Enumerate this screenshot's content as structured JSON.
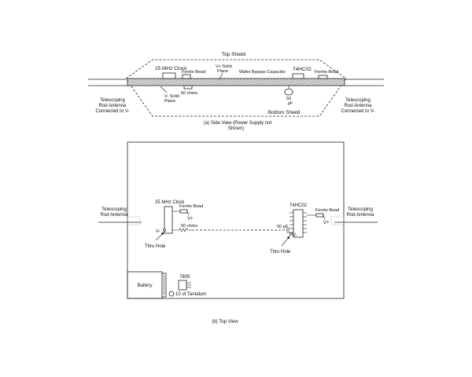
{
  "side_view": {
    "top_shield": "Top Shield",
    "clock": "25 MHz Clock",
    "v_plus_plane": [
      "V+ Solid",
      "Plane"
    ],
    "wafer_cap": "Wafer Bypass Capacitor",
    "chip": "74HC02",
    "ferrite_left": "Ferrite Bead",
    "ferrite_right": "Ferrite Bead",
    "v_minus_plane": [
      "V- Solid",
      "Plane"
    ],
    "ohms": "50 ohms",
    "cap_value": [
      "50",
      "pF"
    ],
    "antenna_left": [
      "Telescoping",
      "Rod Antenna",
      "Connected to V-"
    ],
    "antenna_right": [
      "Telescoping",
      "Rod Antenna",
      "Connected to V-"
    ],
    "bottom_shield": "Bottom Shield",
    "caption": [
      "(a) Side View (Power Supply not",
      "Shown)"
    ]
  },
  "top_view": {
    "antenna_left": [
      "Telescoping",
      "Rod Antenna"
    ],
    "antenna_right": [
      "Telescoping",
      "Rod Antenna"
    ],
    "clock": "25 MHz Clock",
    "ferrite_left": "Ferrite Bead",
    "v_plus_left": "V+",
    "v_minus_left": "V-",
    "ohms": "50 ohms",
    "thru_hole_left": "Thru Hole",
    "chip": "74HC02",
    "ferrite_right": "Ferrite Bead",
    "v_plus_right": "V+",
    "cap_value": "50 pF",
    "v_minus_right": "V-",
    "thru_hole_right": "Thru Hole",
    "battery": "Battery",
    "regulator": "7805",
    "tantalum": "10 uf Tantalum",
    "caption": "(b) Top View"
  }
}
